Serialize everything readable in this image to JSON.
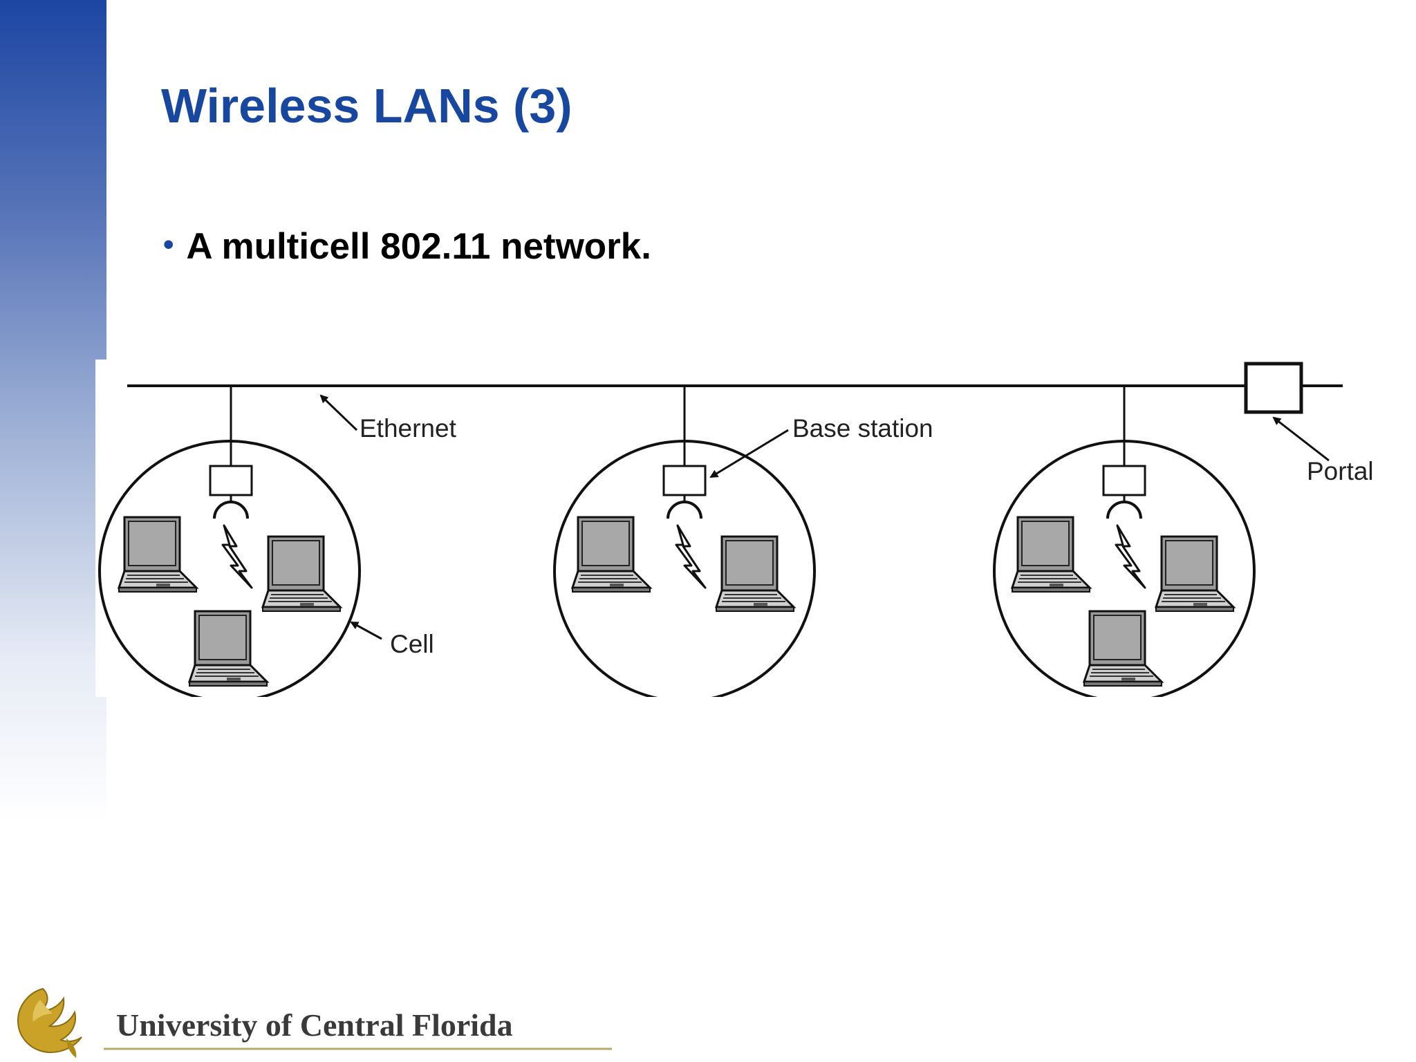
{
  "slide": {
    "title": "Wireless LANs (3)",
    "bullet": "A multicell 802.11 network."
  },
  "diagram": {
    "labels": {
      "ethernet": "Ethernet",
      "base_station": "Base station",
      "portal": "Portal",
      "cell": "Cell"
    }
  },
  "footer": {
    "university": "University of Central Florida"
  },
  "colors": {
    "title": "#1847a0",
    "sidebar_top": "#1c46a3",
    "logo_gold": "#c9a227"
  },
  "icons": [
    "laptop-icon",
    "radio-antenna-icon",
    "lightning-icon",
    "pegasus-logo-icon"
  ]
}
